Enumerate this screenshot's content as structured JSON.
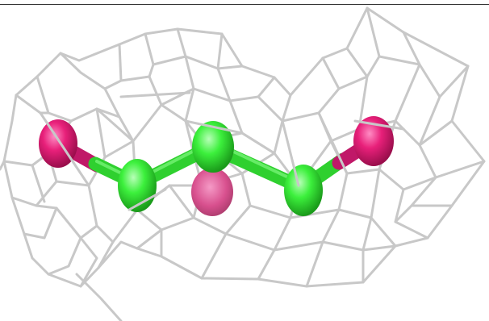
{
  "scene": {
    "mesh_color": "#c8c8c8",
    "carbon_color": "#3cf03c",
    "oxygen_color": "#e8207a",
    "background": "#ffffff"
  },
  "molecule": {
    "atoms": [
      {
        "element": "O"
      },
      {
        "element": "C"
      },
      {
        "element": "C"
      },
      {
        "element": "O"
      },
      {
        "element": "C"
      },
      {
        "element": "O"
      }
    ],
    "bonds": [
      [
        0,
        1
      ],
      [
        1,
        2
      ],
      [
        2,
        3
      ],
      [
        2,
        4
      ],
      [
        4,
        5
      ]
    ]
  }
}
